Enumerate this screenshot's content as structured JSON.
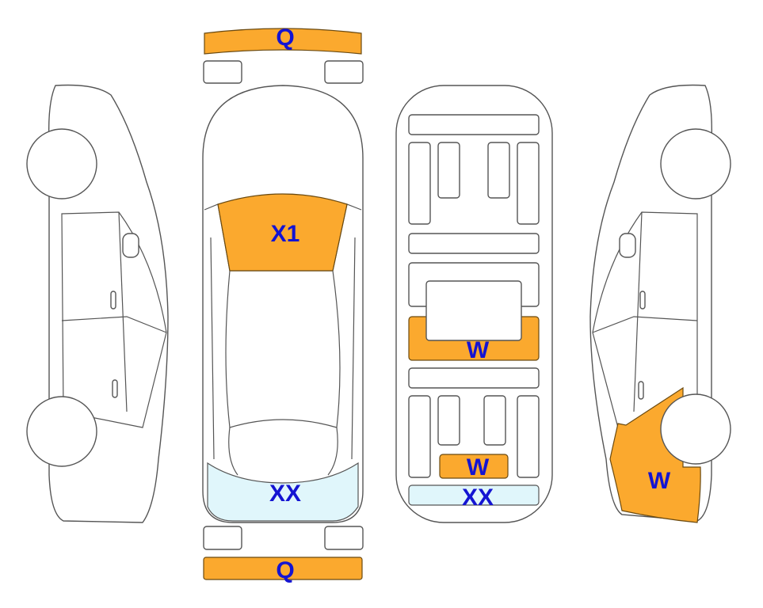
{
  "colors": {
    "damage": "#FBA92E",
    "light_damage": "#E0F6FB",
    "label": "#1414D2"
  },
  "views": {
    "front_bumper": {
      "label": "Q"
    },
    "rear_bumper": {
      "label": "Q"
    },
    "windshield": {
      "label": "X1"
    },
    "rear_window": {
      "label": "XX"
    },
    "underside_center": {
      "label": "W"
    },
    "underside_rear": {
      "label": "W"
    },
    "underside_rear_edge": {
      "label": "XX"
    },
    "right_rear_quarter": {
      "label": "W"
    }
  }
}
